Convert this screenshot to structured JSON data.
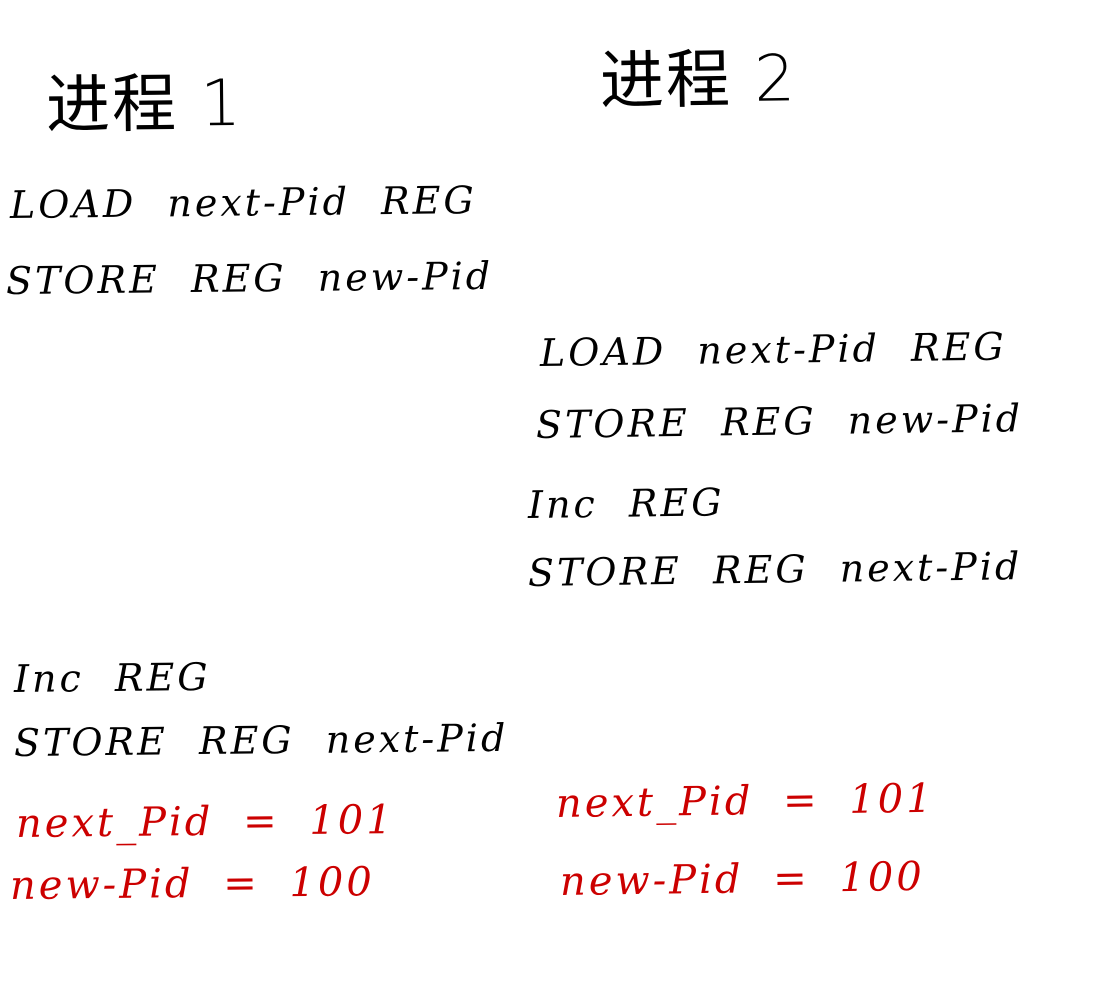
{
  "colors": {
    "ink": "#000000",
    "red_ink": "#cc0000",
    "paper": "#ffffff"
  },
  "process1": {
    "title": "进程 1",
    "lines": {
      "load": "LOAD next-Pid REG",
      "store_new": "STORE REG new-Pid",
      "inc": "Inc REG",
      "store_next": "STORE REG next-Pid"
    },
    "result": {
      "next_pid": "next_Pid = 101",
      "new_pid": "new-Pid = 100"
    }
  },
  "process2": {
    "title": "进程 2",
    "lines": {
      "load": "LOAD next-Pid REG",
      "store_new": "STORE REG new-Pid",
      "inc": "Inc REG",
      "store_next": "STORE REG next-Pid"
    },
    "result": {
      "next_pid": "next_Pid = 101",
      "new_pid": "new-Pid = 100"
    }
  }
}
